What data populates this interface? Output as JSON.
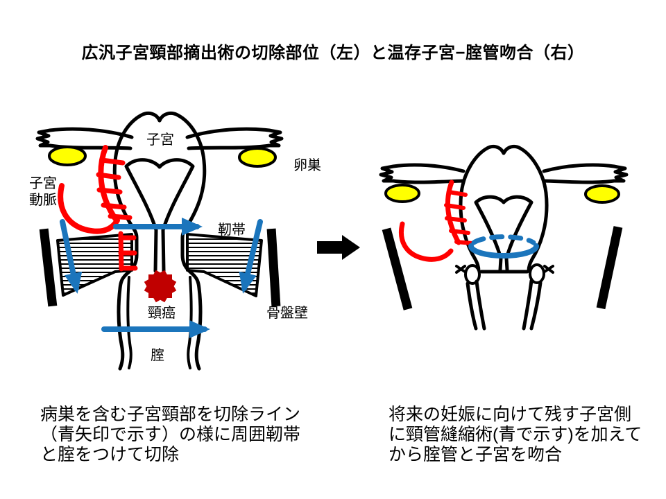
{
  "title": "広汎子宮頸部摘出術の切除部位（左）と温存子宮−腟管吻合（右）",
  "colors": {
    "artery_red": "#FF0000",
    "cancer_dark_red": "#C00000",
    "ovary_yellow": "#FFFF00",
    "cut_line_blue": "#1B75BC",
    "outline_black": "#000000"
  },
  "left_diagram": {
    "labels": {
      "uterus": "子宮",
      "ovary": "卵巣",
      "uterine_artery_line1": "子宮",
      "uterine_artery_line2": "動脈",
      "ligament": "靭帯",
      "cervical_cancer": "頸癌",
      "pelvic_wall": "骨盤壁",
      "vagina": "腟"
    },
    "caption": {
      "line1": "病巣を含む子宮頸部を切除ライン",
      "line2": "（青矢印で示す）の様に周囲靭帯",
      "line3": "と腟をつけて切除"
    }
  },
  "right_diagram": {
    "caption": {
      "line1": "将来の妊娠に向けて残す子宮側",
      "line2": "に頸管縫縮術(青で示す)を加えて",
      "line3": "から腟管と子宮を吻合"
    }
  }
}
